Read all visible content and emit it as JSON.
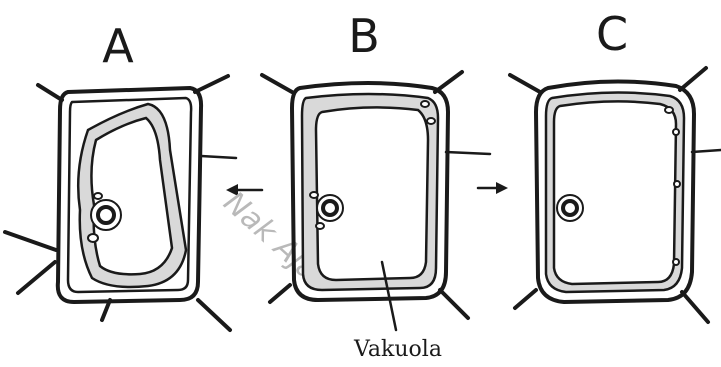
{
  "panels": [
    {
      "label": "A"
    },
    {
      "label": "B"
    },
    {
      "label": "C"
    }
  ],
  "vacuole_label": "Vakuola",
  "watermark": "Nak Ajaz",
  "colors": {
    "ink": "#1a1a1a",
    "cytoplasm": "#d9d9d9",
    "background": "#ffffff",
    "watermark": "#b9b9b9"
  }
}
